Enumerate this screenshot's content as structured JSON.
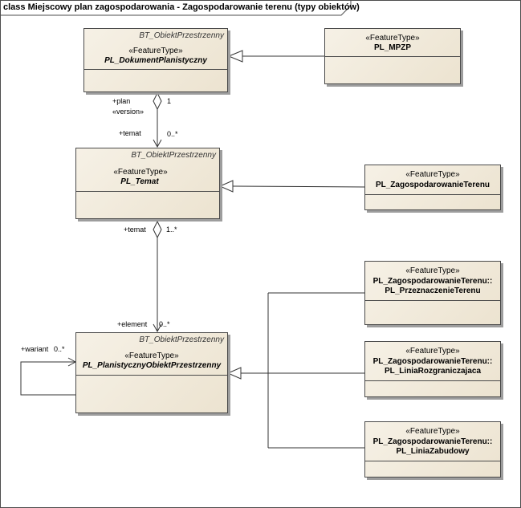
{
  "diagram": {
    "title": "class Miejscowy plan zagospodarowania - Zagospodarowanie terenu (typy obiektów)"
  },
  "classes": {
    "dokument": {
      "abstract": "BT_ObiektPrzestrzenny",
      "stereotype": "«FeatureType»",
      "name": "PL_DokumentPlanistyczny"
    },
    "mpzp": {
      "stereotype": "«FeatureType»",
      "name": "PL_MPZP"
    },
    "temat": {
      "abstract": "BT_ObiektPrzestrzenny",
      "stereotype": "«FeatureType»",
      "name": "PL_Temat"
    },
    "zagospodarowanie": {
      "stereotype": "«FeatureType»",
      "name": "PL_ZagospodarowanieTerenu"
    },
    "obiekt": {
      "abstract": "BT_ObiektPrzestrzenny",
      "stereotype": "«FeatureType»",
      "name": "PL_PlanistycznyObiektPrzestrzenny"
    },
    "przeznaczenie": {
      "stereotype": "«FeatureType»",
      "name1": "PL_ZagospodarowanieTerenu::",
      "name2": "PL_PrzeznaczenieTerenu"
    },
    "linia_rozgr": {
      "stereotype": "«FeatureType»",
      "name1": "PL_ZagospodarowanieTerenu::",
      "name2": "PL_LiniaRozgraniczajaca"
    },
    "linia_zab": {
      "stereotype": "«FeatureType»",
      "name1": "PL_ZagospodarowanieTerenu::",
      "name2": "PL_LiniaZabudowy"
    }
  },
  "labels": {
    "plan": "+plan",
    "version": "«version»",
    "mult_1": "1",
    "temat_top": "+temat",
    "mult_0n_a": "0..*",
    "temat_bottom": "+temat",
    "mult_1n": "1..*",
    "element": "+element",
    "mult_0n_b": "0..*",
    "wariant": "+wariant",
    "mult_0n_c": "0..*"
  }
}
